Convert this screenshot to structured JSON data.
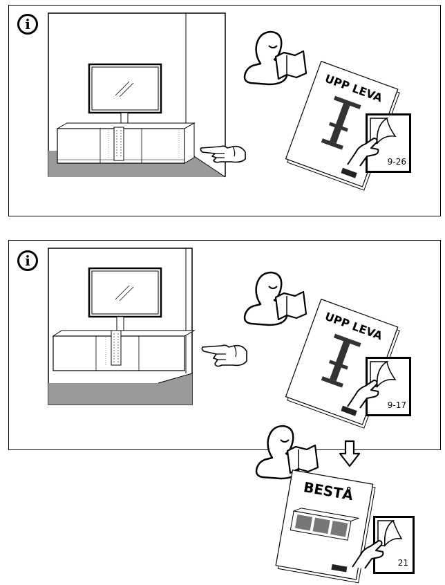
{
  "steps": [
    {
      "info_icon": "i",
      "booklet": {
        "title": "UPP LEVA",
        "page_ref": "9-26"
      }
    },
    {
      "info_icon": "i",
      "booklet": {
        "title": "UPP LEVA",
        "page_ref": "9-17"
      },
      "extra_booklet": {
        "title": "BESTÅ",
        "page_ref": "21"
      }
    }
  ]
}
